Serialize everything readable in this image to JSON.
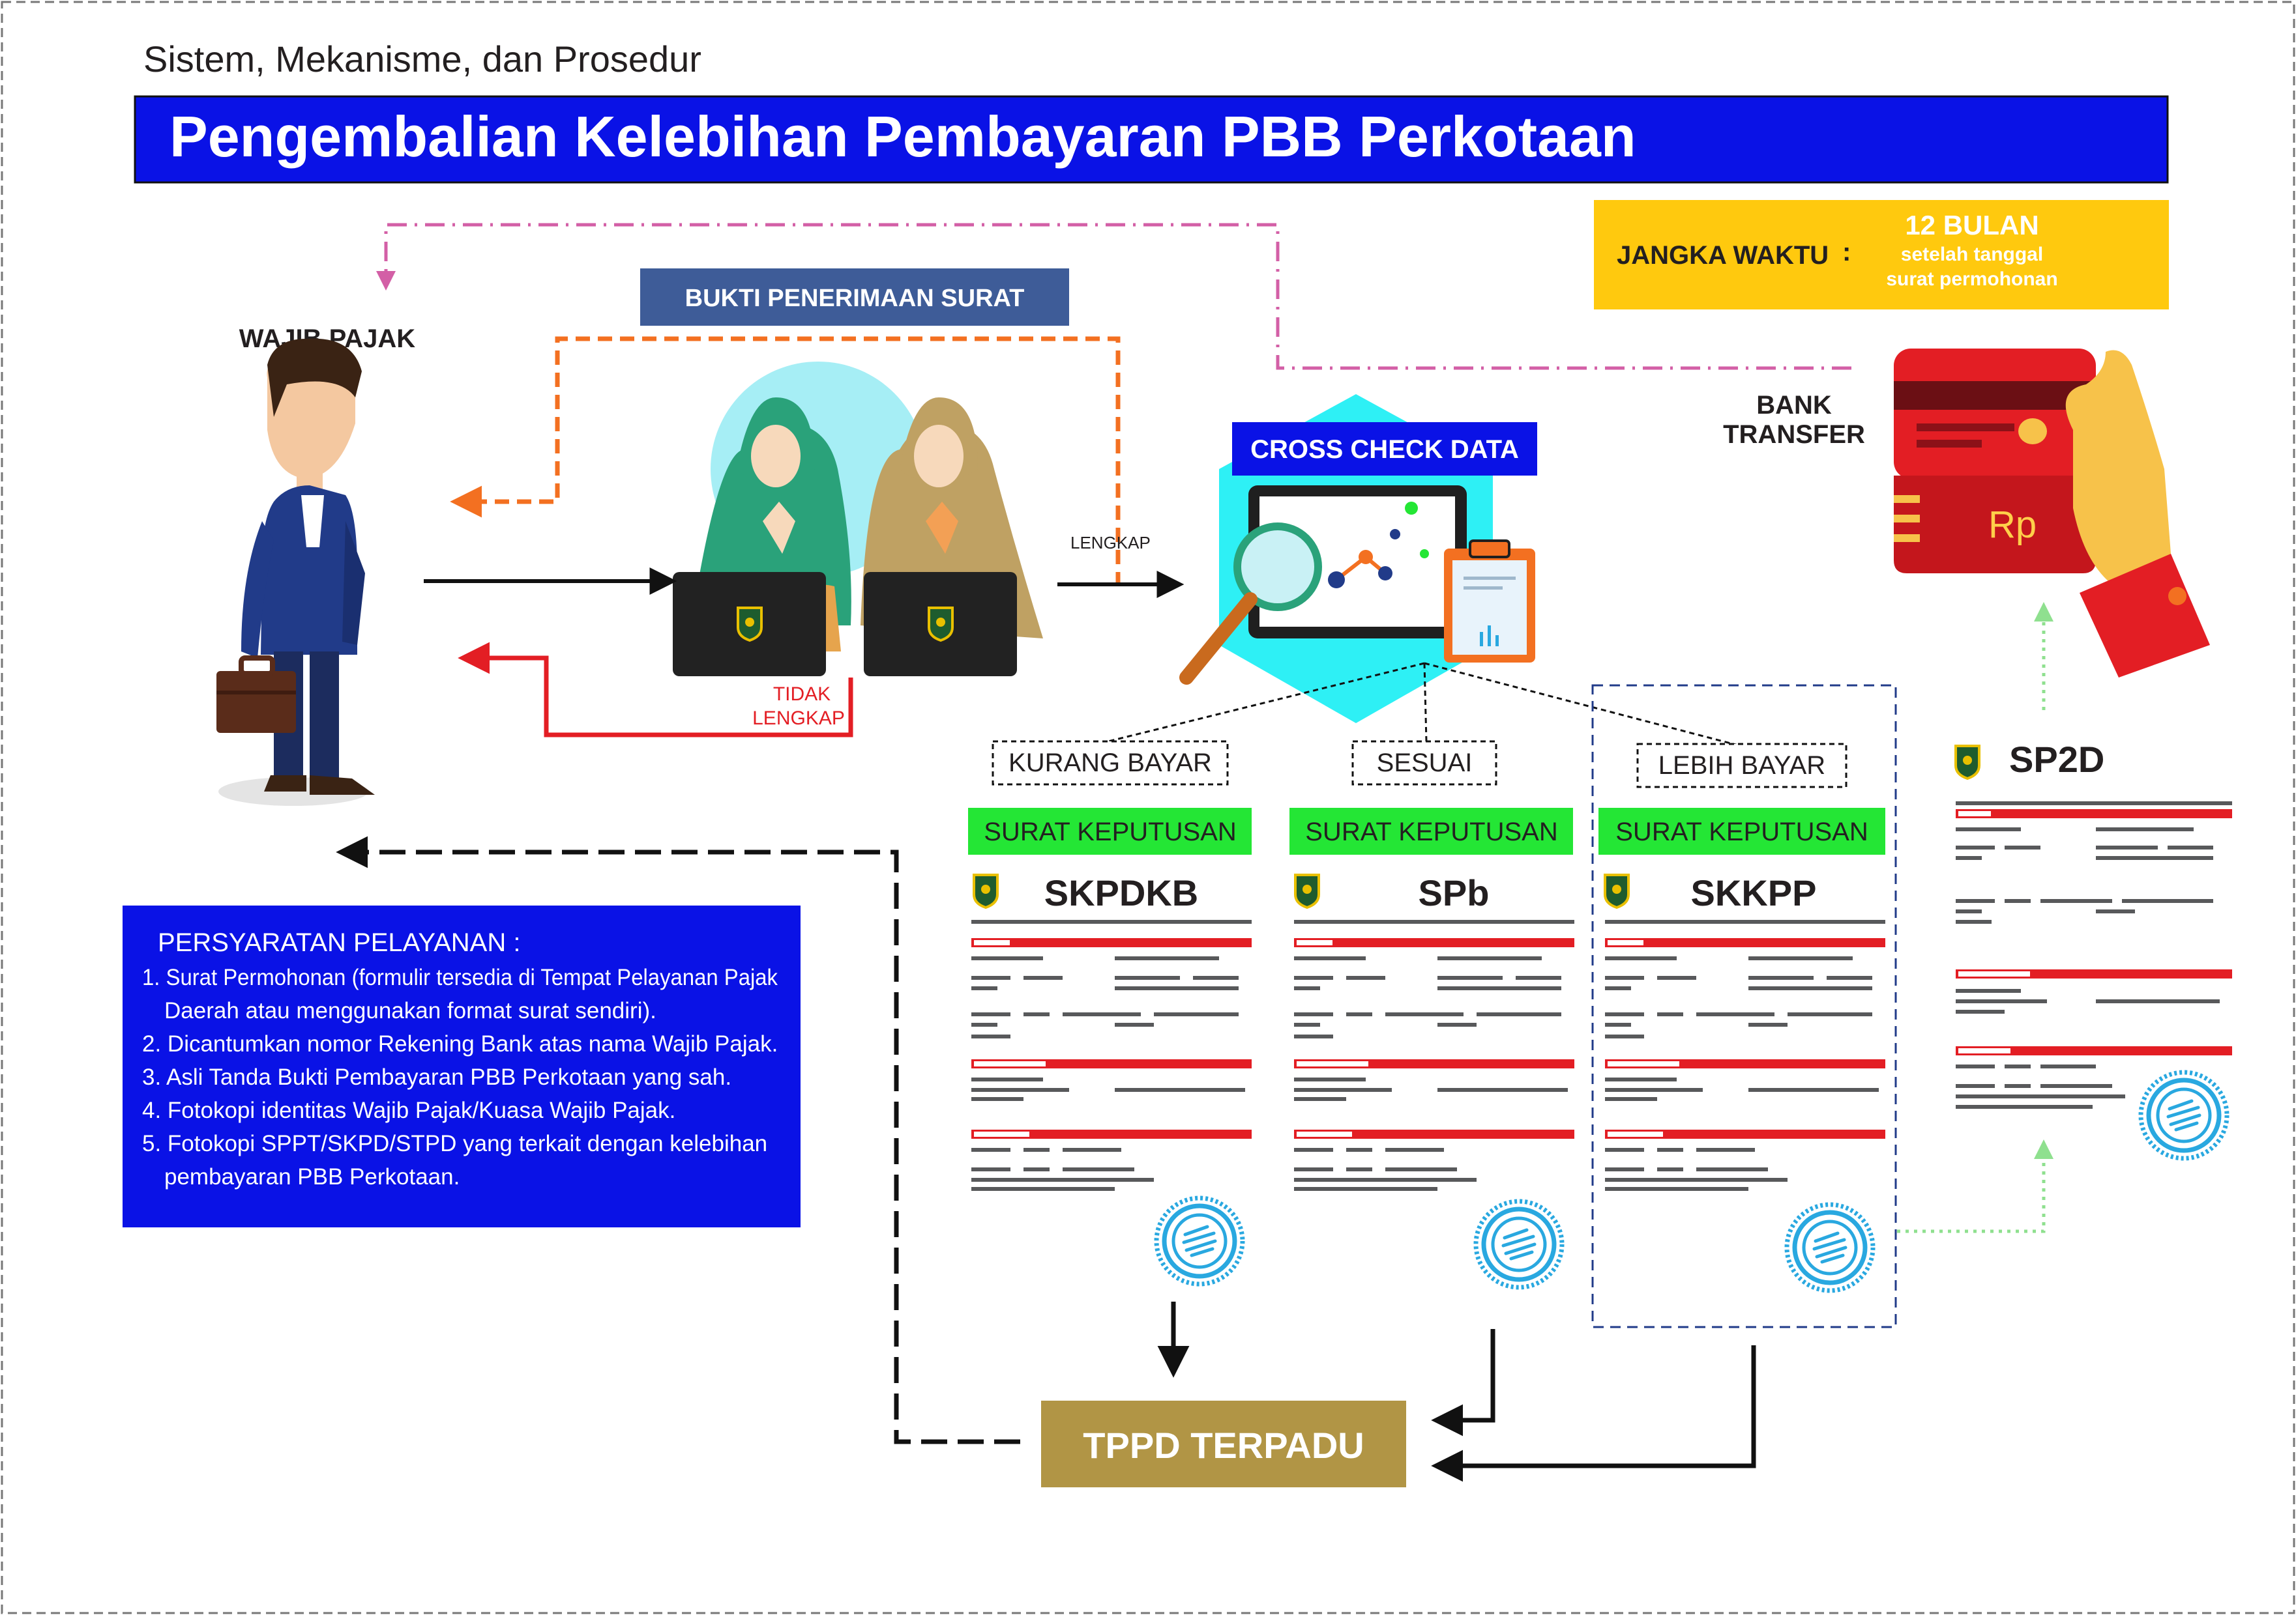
{
  "header": {
    "subtitle": "Sistem, Mekanisme, dan Prosedur",
    "title": "Pengembalian Kelebihan Pembayaran PBB Perkotaan"
  },
  "jangka_waktu": {
    "label": "JANGKA WAKTU",
    "colon": ":",
    "value": "12 BULAN",
    "note_line1": "setelah tanggal",
    "note_line2": "surat permohonan"
  },
  "wajib_pajak": {
    "label": "WAJIB PAJAK"
  },
  "bukti": {
    "label": "BUKTI PENERIMAAN SURAT"
  },
  "flow": {
    "lengkap": "LENGKAP",
    "tidak_line1": "TIDAK",
    "tidak_line2": "LENGKAP"
  },
  "cross_check": {
    "label": "CROSS CHECK DATA"
  },
  "bank": {
    "line1": "BANK",
    "line2": "TRANSFER",
    "currency": "Rp"
  },
  "branches": [
    {
      "label": "KURANG BAYAR",
      "decision": "SURAT KEPUTUSAN",
      "doc": "SKPDKB"
    },
    {
      "label": "SESUAI",
      "decision": "SURAT KEPUTUSAN",
      "doc": "SPb"
    },
    {
      "label": "LEBIH BAYAR",
      "decision": "SURAT KEPUTUSAN",
      "doc": "SKKPP"
    }
  ],
  "sp2d": {
    "label": "SP2D"
  },
  "tppd": {
    "label": "TPPD TERPADU"
  },
  "requirements": {
    "heading": "PERSYARATAN PELAYANAN :",
    "items": [
      "1. Surat Permohonan (formulir tersedia di Tempat Pelayanan Pajak",
      "Daerah atau menggunakan format surat sendiri).",
      "2. Dicantumkan nomor Rekening Bank atas nama Wajib Pajak.",
      "3. Asli Tanda Bukti Pembayaran PBB Perkotaan yang sah.",
      "4. Fotokopi identitas Wajib Pajak/Kuasa Wajib Pajak.",
      "5. Fotokopi SPPT/SKPD/STPD yang terkait dengan kelebihan",
      "pembayaran PBB Perkotaan."
    ]
  },
  "colors": {
    "title_bar": "#0a12e6",
    "jangka_bg": "#ffc90e",
    "bukti_bg": "#3e5c98",
    "hex_cyan": "#2ef0f5",
    "decision_green": "#24e635",
    "tppd_gold": "#b19545",
    "doc_red": "#e31e24",
    "doc_gray": "#58595b",
    "stamp_blue": "#29a8e0",
    "req_bg": "#0a12e6"
  }
}
